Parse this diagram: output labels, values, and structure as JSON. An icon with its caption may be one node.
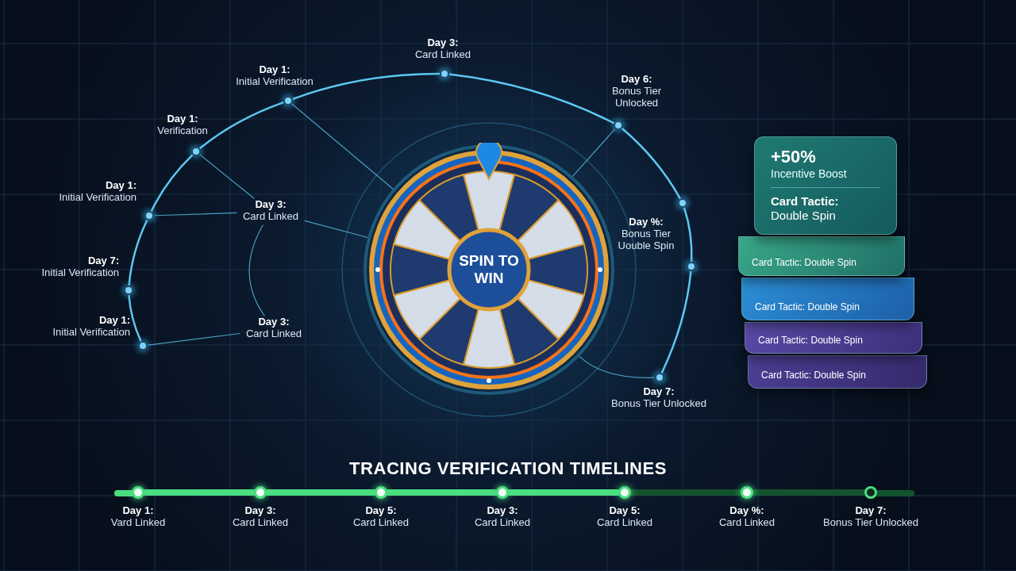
{
  "diagram": {
    "title": "TRACING VERIFICATION TIMELINES",
    "nodes": [
      {
        "text": [],
        "shape": "circle",
        "beside": [
          "Day 1:",
          "Initial Verification"
        ]
      },
      {
        "text": [],
        "shape": "circle",
        "beside": [
          "Day 7:",
          "Initial Verification"
        ]
      },
      {
        "text": [],
        "shape": "circle",
        "beside": [
          "Day 1:",
          "Initial Verification"
        ]
      },
      {
        "text": [],
        "shape": "circle",
        "beside": [
          "Day 1:",
          "Verification"
        ]
      },
      {
        "text": [],
        "shape": "circle",
        "beside": [
          "Day 1:",
          "Initial Verification"
        ]
      },
      {
        "text": [],
        "shape": "circle",
        "beside": [
          "Day 3:",
          "Card Linked"
        ]
      },
      {
        "text": [],
        "shape": "circle",
        "beside": [
          "Day 6:",
          "Bonus Tier Unlocked"
        ]
      },
      {
        "text": [],
        "shape": "circle",
        "beside": [
          "Day %:",
          "Bonus Tier Uouble Spin"
        ]
      },
      {
        "text": [],
        "shape": "circle"
      },
      {
        "text": [],
        "shape": "circle",
        "beside": [
          "Day 7:",
          "Bonus Tier Unlocked"
        ]
      },
      {
        "text": [
          "Day 3:",
          "Card Linked"
        ]
      },
      {
        "text": [
          "Day 3:",
          "Card Linked"
        ]
      },
      {
        "text": [
          "SPIN TO WIN"
        ]
      },
      {
        "text": [
          "+50%",
          "Incentive Boost",
          "Card Tactic:",
          "Double Spin"
        ]
      },
      {
        "text": [
          "Card Tactic: Double Spin"
        ]
      },
      {
        "text": [
          "Card Tactic: Double Spin"
        ]
      },
      {
        "text": [
          "Card Tactic: Double Spin"
        ]
      },
      {
        "text": [
          "Card Tactic: Double Spin"
        ]
      },
      {
        "text": [],
        "shape": "circle",
        "beside": [
          "Day 1:",
          "Vard Linked"
        ]
      },
      {
        "text": [],
        "shape": "circle",
        "beside": [
          "Day 3:",
          "Card Linked"
        ]
      },
      {
        "text": [],
        "shape": "circle",
        "beside": [
          "Day 5:",
          "Card Linked"
        ]
      },
      {
        "text": [],
        "shape": "circle",
        "beside": [
          "Day 3:",
          "Card Linked"
        ]
      },
      {
        "text": [],
        "shape": "circle",
        "beside": [
          "Day 5:",
          "Card Linked"
        ]
      },
      {
        "text": [],
        "shape": "circle",
        "beside": [
          "Day %:",
          "Card Linked"
        ]
      },
      {
        "text": [],
        "shape": "circle",
        "beside": [
          "Day 7:",
          "Bonus Tier Unlocked"
        ]
      }
    ],
    "edges": [
      {
        "from": 0,
        "to": 1,
        "arrow": "none"
      },
      {
        "from": 1,
        "to": 2,
        "arrow": "none"
      },
      {
        "from": 2,
        "to": 3,
        "arrow": "none"
      },
      {
        "from": 3,
        "to": 4,
        "arrow": "none"
      },
      {
        "from": 4,
        "to": 5,
        "arrow": "none"
      },
      {
        "from": 5,
        "to": 6,
        "arrow": "none"
      },
      {
        "from": 6,
        "to": 7,
        "arrow": "none"
      },
      {
        "from": 7,
        "to": 8,
        "arrow": "none"
      },
      {
        "from": 8,
        "to": 9,
        "arrow": "none"
      },
      {
        "from": 3,
        "to": 10,
        "arrow": "none"
      },
      {
        "from": 2,
        "to": 10,
        "arrow": "none"
      },
      {
        "from": 10,
        "to": 12,
        "arrow": "none"
      },
      {
        "from": 10,
        "to": 11,
        "arrow": "none"
      },
      {
        "from": 0,
        "to": 11,
        "arrow": "none"
      },
      {
        "from": 4,
        "to": 12,
        "arrow": "none"
      },
      {
        "from": 6,
        "to": 12,
        "arrow": "none"
      },
      {
        "from": 9,
        "to": 12,
        "arrow": "none"
      },
      {
        "from": 18,
        "to": 19,
        "arrow": "none",
        "style": "thick",
        "color": "#4ade80"
      },
      {
        "from": 19,
        "to": 20,
        "arrow": "none",
        "style": "thick",
        "color": "#4ade80"
      },
      {
        "from": 20,
        "to": 21,
        "arrow": "none",
        "style": "thick",
        "color": "#4ade80"
      },
      {
        "from": 21,
        "to": 22,
        "arrow": "none",
        "style": "thick",
        "color": "#4ade80"
      },
      {
        "from": 22,
        "to": 23,
        "arrow": "none",
        "style": "thick",
        "color": "#14532d"
      },
      {
        "from": 23,
        "to": 24,
        "arrow": "none",
        "style": "thick",
        "color": "#14532d"
      }
    ]
  }
}
